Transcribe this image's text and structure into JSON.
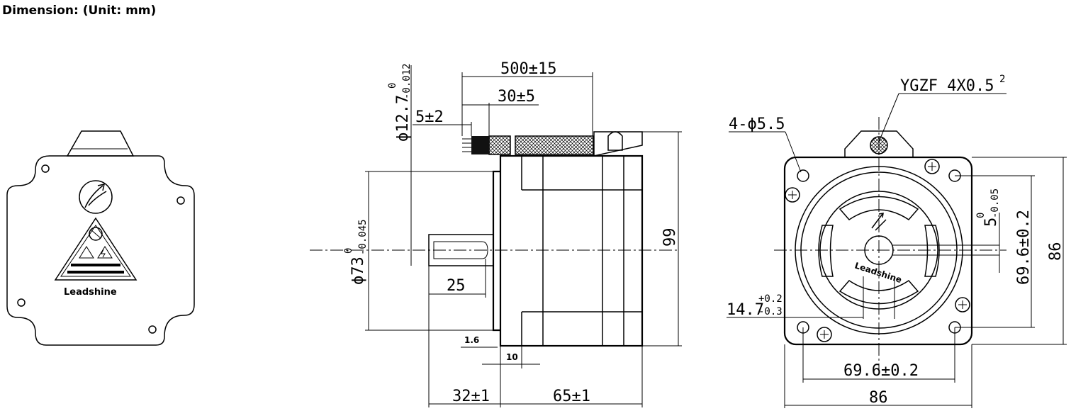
{
  "title": "Dimension: (Unit: mm)",
  "brand": "Leadshine",
  "side_view": {
    "cable_length": "500±15",
    "strip_length": "30±5",
    "tin_length": "5±2",
    "shaft_diameter": "ϕ12.7",
    "shaft_diameter_tol_upper": "0",
    "shaft_diameter_tol_lower": "-0.012",
    "pilot_diameter": "ϕ73",
    "pilot_diameter_tol_upper": "0",
    "pilot_diameter_tol_lower": "-0.045",
    "height": "99",
    "shaft_flat_length": "25",
    "flange_step": "1.6",
    "flange_thickness": "10",
    "shaft_length": "32±1",
    "body_length": "65±1"
  },
  "front_view": {
    "cable_spec": "YGZF 4X0.5",
    "cable_spec_sup": "2",
    "mount_holes": "4-ϕ5.5",
    "flat_depth": "5",
    "flat_depth_tol_upper": "0",
    "flat_depth_tol_lower": "-0.05",
    "key_width": "14.7",
    "key_width_tol_upper": "+0.2",
    "key_width_tol_lower": "-0.3",
    "hole_spacing_v": "69.6±0.2",
    "flange_v": "86",
    "hole_spacing_h": "69.6±0.2",
    "flange_h": "86"
  }
}
